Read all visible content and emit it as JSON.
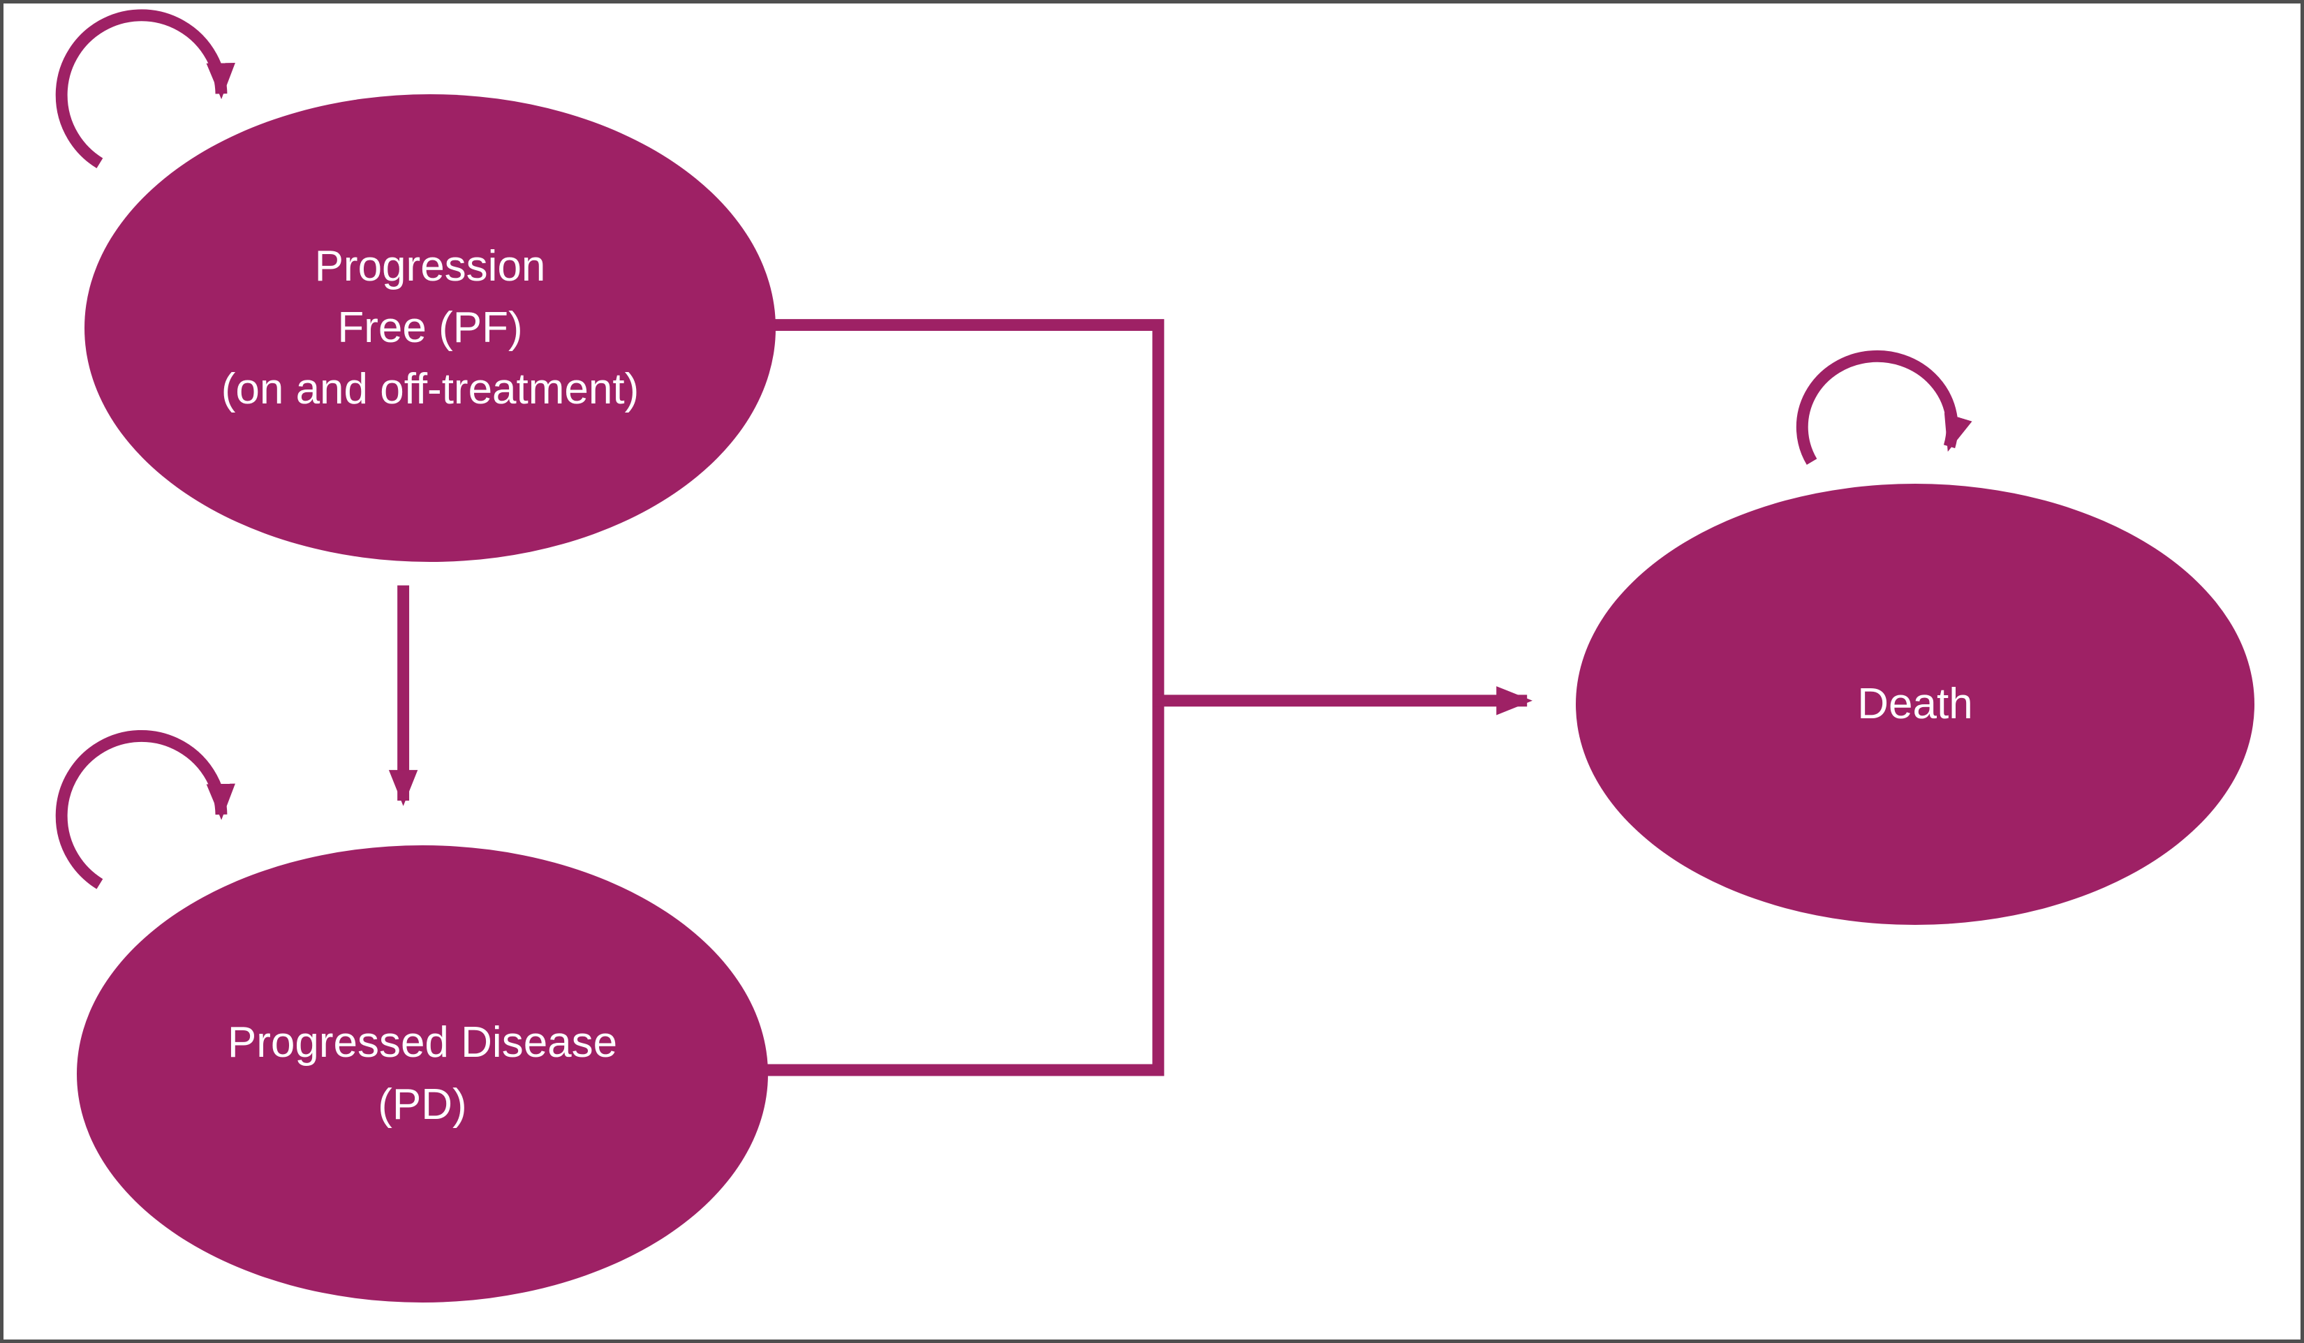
{
  "diagram": {
    "type": "state-transition-model",
    "colors": {
      "accent": "#9e2165",
      "frame_border": "#4f4f4f",
      "label_text": "#ffffff",
      "background": "#ffffff"
    },
    "states": [
      {
        "id": "progression-free",
        "label_lines": [
          "Progression",
          "Free (PF)",
          "(on and off-treatment)"
        ]
      },
      {
        "id": "progressed-disease",
        "label_lines": [
          "Progressed Disease",
          "(PD)"
        ]
      },
      {
        "id": "death",
        "label_lines": [
          "Death"
        ]
      }
    ],
    "transitions": [
      {
        "from": "progression-free",
        "to": "progression-free",
        "type": "self-loop"
      },
      {
        "from": "progressed-disease",
        "to": "progressed-disease",
        "type": "self-loop"
      },
      {
        "from": "death",
        "to": "death",
        "type": "self-loop"
      },
      {
        "from": "progression-free",
        "to": "progressed-disease",
        "type": "arrow"
      },
      {
        "from": "progression-free",
        "to": "death",
        "type": "arrow"
      },
      {
        "from": "progressed-disease",
        "to": "death",
        "type": "arrow"
      }
    ]
  }
}
